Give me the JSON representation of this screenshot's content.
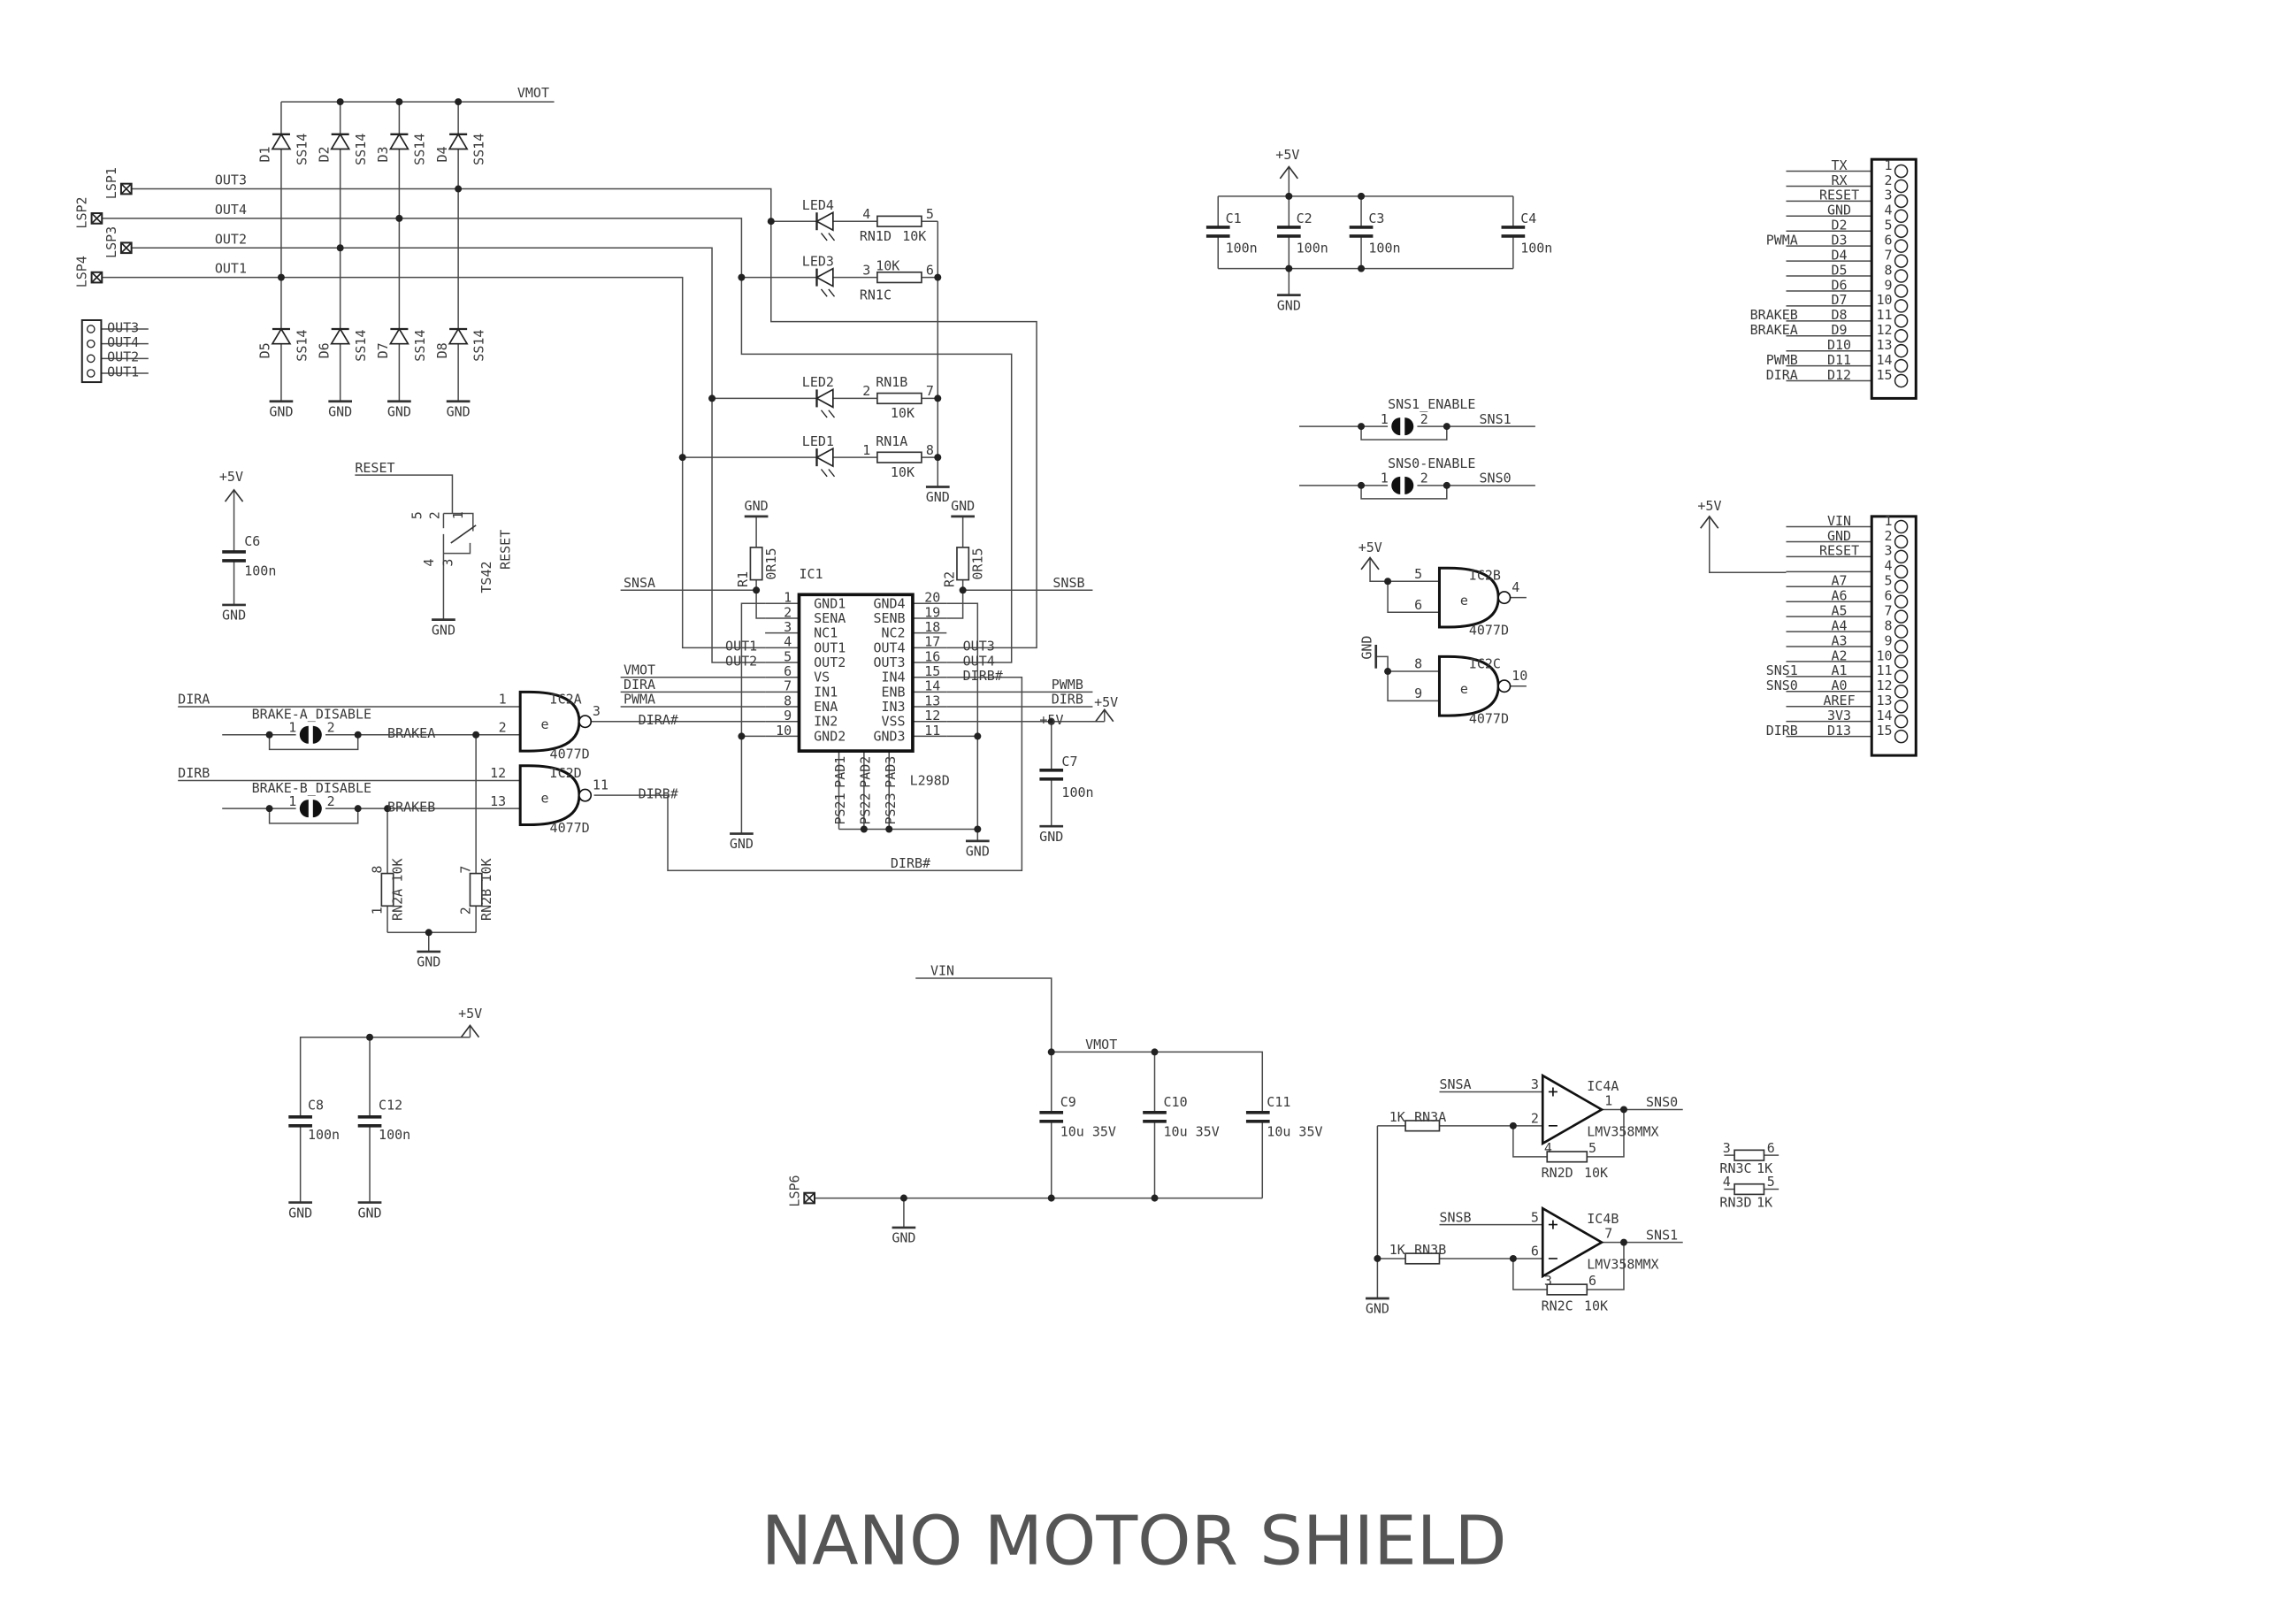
{
  "title": "NANO MOTOR SHIELD",
  "nets": {
    "vmot": "VMOT",
    "out1": "OUT1",
    "out2": "OUT2",
    "out3": "OUT3",
    "out4": "OUT4",
    "gnd": "GND",
    "p5v": "+5V",
    "vin": "VIN",
    "reset": "RESET",
    "snsa": "SNSA",
    "snsb": "SNSB",
    "sns0": "SNS0",
    "sns1": "SNS1",
    "dira": "DIRA",
    "dirb": "DIRB",
    "dira_n": "DIRA#",
    "dirb_n": "DIRB#",
    "pwma": "PWMA",
    "pwmb": "PWMB",
    "brakea": "BRAKEA",
    "brakeb": "BRAKEB"
  },
  "lsp": [
    "LSP1",
    "LSP2",
    "LSP3",
    "LSP4",
    "LSP6"
  ],
  "out_header": [
    "OUT3",
    "OUT4",
    "OUT2",
    "OUT1"
  ],
  "diodes": {
    "refs": [
      "D1",
      "D2",
      "D3",
      "D4",
      "D5",
      "D6",
      "D7",
      "D8"
    ],
    "value": "SS14"
  },
  "leds": [
    {
      "ref": "LED4",
      "res": "RN1D",
      "value": "10K",
      "pins": [
        "4",
        "5"
      ]
    },
    {
      "ref": "LED3",
      "res": "RN1C",
      "value": "10K",
      "pins": [
        "3",
        "6"
      ]
    },
    {
      "ref": "LED2",
      "res": "RN1B",
      "value": "10K",
      "pins": [
        "2",
        "7"
      ]
    },
    {
      "ref": "LED1",
      "res": "RN1A",
      "value": "10K",
      "pins": [
        "1",
        "8"
      ]
    }
  ],
  "ic1": {
    "ref": "IC1",
    "part": "L298D",
    "left_pins": [
      {
        "num": "1",
        "name": "GND1"
      },
      {
        "num": "2",
        "name": "SENA"
      },
      {
        "num": "3",
        "name": "NC1"
      },
      {
        "num": "4",
        "name": "OUT1"
      },
      {
        "num": "5",
        "name": "OUT2"
      },
      {
        "num": "6",
        "name": "VS"
      },
      {
        "num": "7",
        "name": "IN1"
      },
      {
        "num": "8",
        "name": "ENA"
      },
      {
        "num": "9",
        "name": "IN2"
      },
      {
        "num": "10",
        "name": "GND2"
      }
    ],
    "right_pins": [
      {
        "num": "20",
        "name": "GND4"
      },
      {
        "num": "19",
        "name": "SENB"
      },
      {
        "num": "18",
        "name": "NC2"
      },
      {
        "num": "17",
        "name": "OUT4"
      },
      {
        "num": "16",
        "name": "OUT3"
      },
      {
        "num": "15",
        "name": "IN4"
      },
      {
        "num": "14",
        "name": "ENB"
      },
      {
        "num": "13",
        "name": "IN3"
      },
      {
        "num": "12",
        "name": "VSS"
      },
      {
        "num": "11",
        "name": "GND3"
      }
    ],
    "pads": [
      "PAD1",
      "PAD2",
      "PAD3"
    ],
    "pad_nets": [
      "PS21",
      "PS22",
      "PS23"
    ]
  },
  "sense_resistors": [
    {
      "ref": "R1",
      "value": "0R15"
    },
    {
      "ref": "R2",
      "value": "0R15"
    }
  ],
  "caps": [
    {
      "ref": "C1",
      "value": "100n"
    },
    {
      "ref": "C2",
      "value": "100n"
    },
    {
      "ref": "C3",
      "value": "100n"
    },
    {
      "ref": "C4",
      "value": "100n"
    },
    {
      "ref": "C6",
      "value": "100n"
    },
    {
      "ref": "C7",
      "value": "100n"
    },
    {
      "ref": "C8",
      "value": "100n"
    },
    {
      "ref": "C12",
      "value": "100n"
    },
    {
      "ref": "C9",
      "value": "10u 35V"
    },
    {
      "ref": "C10",
      "value": "10u 35V"
    },
    {
      "ref": "C11",
      "value": "10u 35V"
    }
  ],
  "gate_symbol": "e",
  "gates": [
    {
      "ref": "IC2A",
      "part": "4077D",
      "in": [
        "1",
        "2"
      ],
      "out": "3"
    },
    {
      "ref": "IC2D",
      "part": "4077D",
      "in": [
        "12",
        "13"
      ],
      "out": "11"
    },
    {
      "ref": "IC2B",
      "part": "4077D",
      "in": [
        "5",
        "6"
      ],
      "out": "4"
    },
    {
      "ref": "IC2C",
      "part": "4077D",
      "in": [
        "8",
        "9"
      ],
      "out": "10"
    }
  ],
  "jumper_pins": [
    "1",
    "2"
  ],
  "jumpers": [
    {
      "name": "BRAKE-A_DISABLE"
    },
    {
      "name": "BRAKE-B_DISABLE"
    },
    {
      "name": "SNS1_ENABLE"
    },
    {
      "name": "SNS0-ENABLE"
    }
  ],
  "pulldowns": [
    {
      "ref": "RN2A",
      "value": "10K",
      "pins": [
        "8",
        "1"
      ]
    },
    {
      "ref": "RN2B",
      "value": "10K",
      "pins": [
        "7",
        "2"
      ]
    }
  ],
  "opamps": [
    {
      "ref": "IC4A",
      "part": "LMV358MMX",
      "pins": [
        "3",
        "2",
        "1"
      ],
      "in_res": "RN3A",
      "in_value": "1K",
      "fb_res": "RN2D",
      "fb_value": "10K",
      "fb_pins": [
        "4",
        "5"
      ]
    },
    {
      "ref": "IC4B",
      "part": "LMV358MMX",
      "pins": [
        "5",
        "6",
        "7"
      ],
      "in_res": "RN3B",
      "in_value": "1K",
      "fb_res": "RN2C",
      "fb_value": "10K",
      "fb_pins": [
        "3",
        "6"
      ]
    }
  ],
  "spare_resistors": [
    {
      "ref": "RN3C",
      "value": "1K",
      "pins": [
        "3",
        "6"
      ]
    },
    {
      "ref": "RN3D",
      "value": "1K",
      "pins": [
        "4",
        "5"
      ]
    }
  ],
  "switch": {
    "ref": "TS42",
    "name": "RESET",
    "pins": [
      "5",
      "2",
      "1",
      "4",
      "3"
    ]
  },
  "header1": {
    "pins": [
      {
        "num": "1",
        "name": "TX",
        "net": ""
      },
      {
        "num": "2",
        "name": "RX",
        "net": ""
      },
      {
        "num": "3",
        "name": "RESET",
        "net": ""
      },
      {
        "num": "4",
        "name": "GND",
        "net": ""
      },
      {
        "num": "5",
        "name": "D2",
        "net": ""
      },
      {
        "num": "6",
        "name": "D3",
        "net": "PWMA"
      },
      {
        "num": "7",
        "name": "D4",
        "net": ""
      },
      {
        "num": "8",
        "name": "D5",
        "net": ""
      },
      {
        "num": "9",
        "name": "D6",
        "net": ""
      },
      {
        "num": "10",
        "name": "D7",
        "net": ""
      },
      {
        "num": "11",
        "name": "D8",
        "net": "BRAKEB"
      },
      {
        "num": "12",
        "name": "D9",
        "net": "BRAKEA"
      },
      {
        "num": "13",
        "name": "D10",
        "net": ""
      },
      {
        "num": "14",
        "name": "D11",
        "net": "PWMB"
      },
      {
        "num": "15",
        "name": "D12",
        "net": "DIRA"
      }
    ]
  },
  "header2": {
    "pins": [
      {
        "num": "1",
        "name": "VIN",
        "net": ""
      },
      {
        "num": "2",
        "name": "GND",
        "net": ""
      },
      {
        "num": "3",
        "name": "RESET",
        "net": ""
      },
      {
        "num": "4",
        "name": "",
        "net": ""
      },
      {
        "num": "5",
        "name": "A7",
        "net": ""
      },
      {
        "num": "6",
        "name": "A6",
        "net": ""
      },
      {
        "num": "7",
        "name": "A5",
        "net": ""
      },
      {
        "num": "8",
        "name": "A4",
        "net": ""
      },
      {
        "num": "9",
        "name": "A3",
        "net": ""
      },
      {
        "num": "10",
        "name": "A2",
        "net": ""
      },
      {
        "num": "11",
        "name": "A1",
        "net": "SNS1"
      },
      {
        "num": "12",
        "name": "A0",
        "net": "SNS0"
      },
      {
        "num": "13",
        "name": "AREF",
        "net": ""
      },
      {
        "num": "14",
        "name": "3V3",
        "net": ""
      },
      {
        "num": "15",
        "name": "D13",
        "net": "DIRB"
      }
    ]
  }
}
